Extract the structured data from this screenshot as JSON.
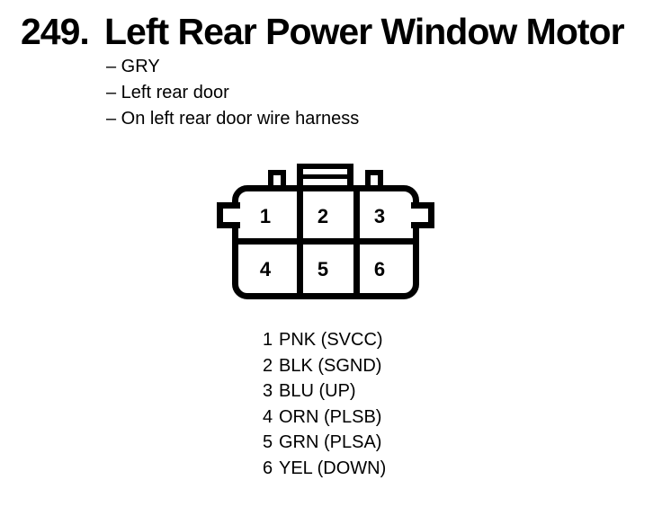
{
  "colors": {
    "ink": "#000000",
    "paper": "#ffffff"
  },
  "header": {
    "item_number": "249.",
    "title": "Left Rear Power Window Motor",
    "details": [
      "– GRY",
      "– Left rear door",
      "– On left rear door wire harness"
    ]
  },
  "connector": {
    "description": "6-cavity connector face view",
    "cells": [
      "1",
      "2",
      "3",
      "4",
      "5",
      "6"
    ]
  },
  "pinout": [
    {
      "pin": "1",
      "label": "PNK (SVCC)"
    },
    {
      "pin": "2",
      "label": "BLK (SGND)"
    },
    {
      "pin": "3",
      "label": "BLU (UP)"
    },
    {
      "pin": "4",
      "label": "ORN (PLSB)"
    },
    {
      "pin": "5",
      "label": "GRN (PLSA)"
    },
    {
      "pin": "6",
      "label": "YEL (DOWN)"
    }
  ]
}
